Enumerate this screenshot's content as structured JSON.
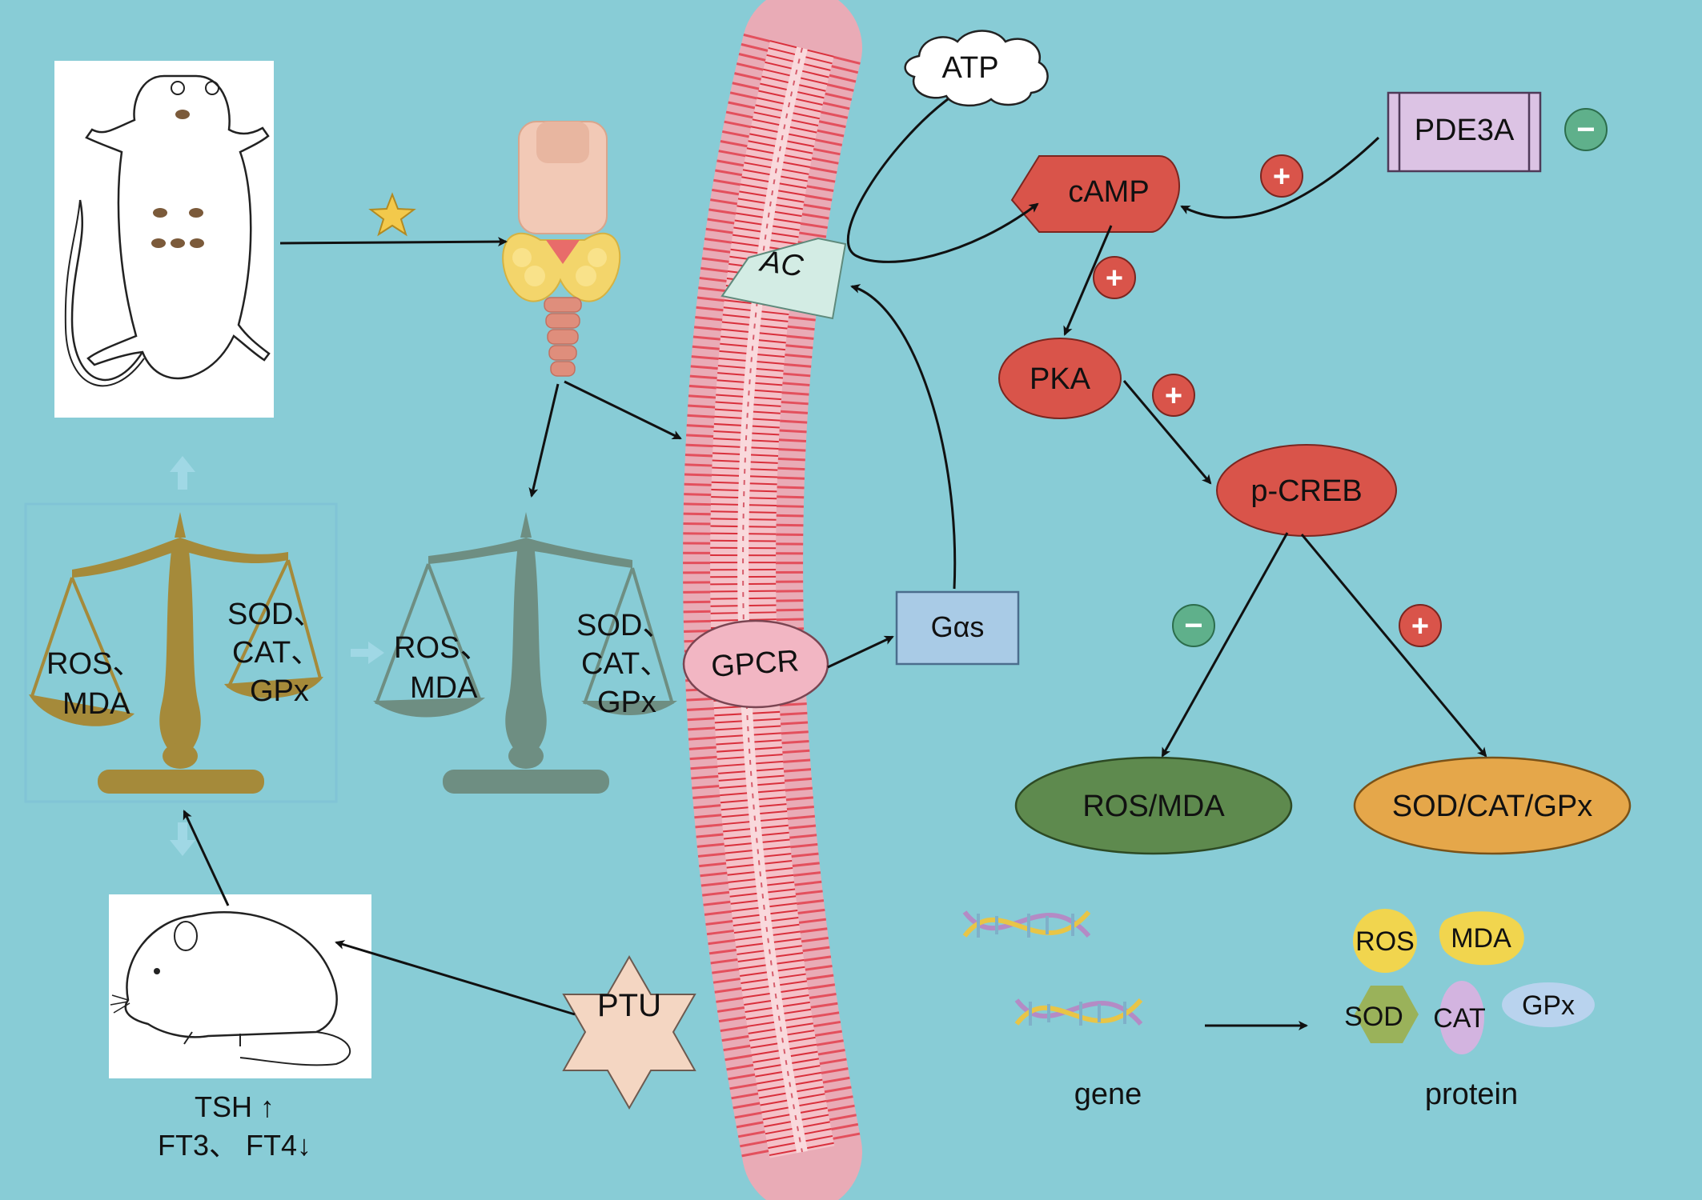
{
  "nodes": {
    "atp": "ATP",
    "ac": "AC",
    "camp": "cAMP",
    "pde3a": "PDE3A",
    "pka": "PKA",
    "pcreb": "p-CREB",
    "gpcr": "GPCR",
    "gas": "Gαs",
    "ptu": "PTU",
    "ros_mda_out": "ROS/MDA",
    "sod_cat_gpx_out": "SOD/CAT/GPx"
  },
  "balance_left": {
    "left_pan": [
      "ROS、",
      "MDA"
    ],
    "right_pan": [
      "SOD、",
      "CAT、",
      "GPx"
    ]
  },
  "balance_middle": {
    "left_pan": [
      "ROS、",
      "MDA"
    ],
    "right_pan": [
      "SOD、",
      "CAT、",
      "GPx"
    ]
  },
  "hormone_labels": [
    "TSH ↑",
    "FT3、 FT4↓"
  ],
  "gene_label": "gene",
  "protein_label": "protein",
  "proteins": [
    "ROS",
    "MDA",
    "SOD",
    "CAT",
    "GPx"
  ],
  "signs": {
    "plus": "+",
    "minus": "−"
  },
  "colors": {
    "background": "#88ccd6",
    "node_red": "#d9544a",
    "pde3a_fill": "#dcc3e4",
    "gas_fill": "#a9cbe6",
    "gpcr_fill": "#f2b6c3",
    "ac_fill": "#d3ece4",
    "ros_mda_fill": "#5e8a4e",
    "sod_fill": "#e5a74a",
    "balance_gold": "#a58a3a",
    "balance_grey": "#6e8e82",
    "minus_green": "#5fb08b",
    "membrane_red": "#e0313f"
  }
}
